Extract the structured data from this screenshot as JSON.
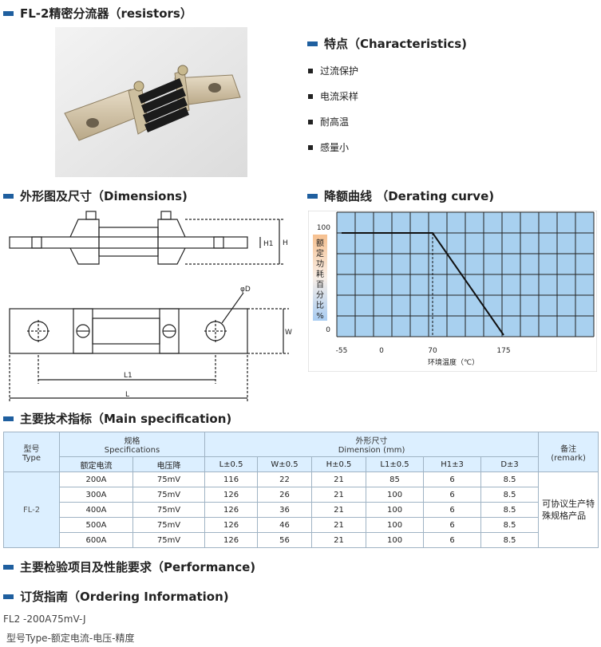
{
  "header": {
    "title": "FL-2精密分流器（resistors）"
  },
  "characteristics": {
    "title": "特点（Characteristics)",
    "items": [
      "过流保护",
      "电流采样",
      "耐高温",
      "感量小"
    ]
  },
  "dimensions": {
    "title": "外形图及尺寸（Dimensions)",
    "labels": {
      "H1": "H1",
      "H": "H",
      "D": "φD",
      "W": "W",
      "L1": "L1",
      "L": "L"
    }
  },
  "derating": {
    "title": "降额曲线 （Derating curve)",
    "ylabel_chars": [
      "额",
      "定",
      "功",
      "耗",
      "百",
      "分",
      "比",
      "%"
    ],
    "xlabel": "环境温度（℃）"
  },
  "chart_data": {
    "type": "line",
    "x_ticks": [
      "-55",
      "0",
      "70",
      "175"
    ],
    "y_ticks": [
      "100",
      "0"
    ],
    "series": [
      {
        "x": [
          -55,
          70,
          175
        ],
        "y": [
          100,
          100,
          0
        ]
      }
    ],
    "xlabel": "环境温度（℃）",
    "ylabel": "额定功耗百分比%",
    "grid": true
  },
  "spec": {
    "title": "主要技术指标（Main specification)",
    "head": {
      "type": "型号\nType",
      "spec": "规格\nSpecifications",
      "dim": "外形尺寸\nDimension (mm)",
      "remark": "备注\n(remark)",
      "cols": [
        "额定电流",
        "电压降",
        "L±0.5",
        "W±0.5",
        "H±0.5",
        "L1±0.5",
        "H1±3",
        "D±3"
      ]
    },
    "type_value": "FL-2",
    "remark_value": "可协议生产特殊规格产品",
    "rows": [
      [
        "200A",
        "75mV",
        "116",
        "22",
        "21",
        "85",
        "6",
        "8.5"
      ],
      [
        "300A",
        "75mV",
        "126",
        "26",
        "21",
        "100",
        "6",
        "8.5"
      ],
      [
        "400A",
        "75mV",
        "126",
        "36",
        "21",
        "100",
        "6",
        "8.5"
      ],
      [
        "500A",
        "75mV",
        "126",
        "46",
        "21",
        "100",
        "6",
        "8.5"
      ],
      [
        "600A",
        "75mV",
        "126",
        "56",
        "21",
        "100",
        "6",
        "8.5"
      ]
    ]
  },
  "performance": {
    "title": "主要检验项目及性能要求（Performance)"
  },
  "ordering": {
    "title": "订货指南（Ordering Information)",
    "example": "FL2 -200A75mV-J",
    "format": "型号Type-额定电流-电压-精度"
  }
}
